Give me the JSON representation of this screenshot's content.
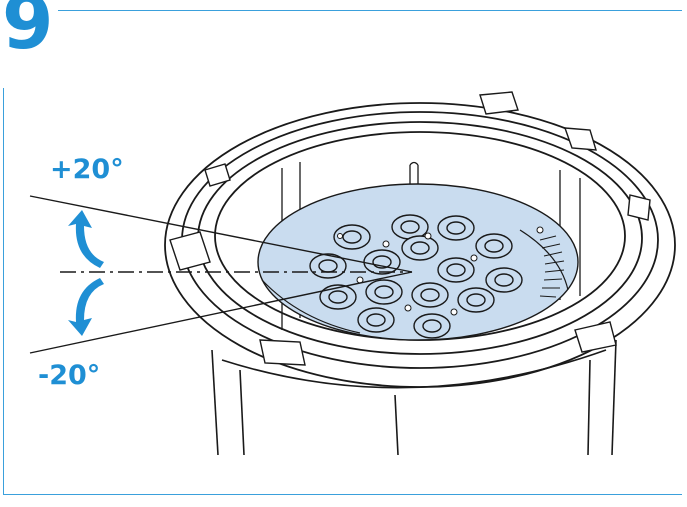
{
  "step": {
    "number": "9"
  },
  "angles": {
    "upper_label": "+20°",
    "lower_label": "-20°"
  },
  "colors": {
    "accent": "#1f8fd4",
    "highlight_fill": "#c9dcef",
    "line": "#1a1a1a"
  },
  "icons": {
    "up_arrow": "curved-arrow-up-icon",
    "down_arrow": "curved-arrow-down-icon"
  }
}
